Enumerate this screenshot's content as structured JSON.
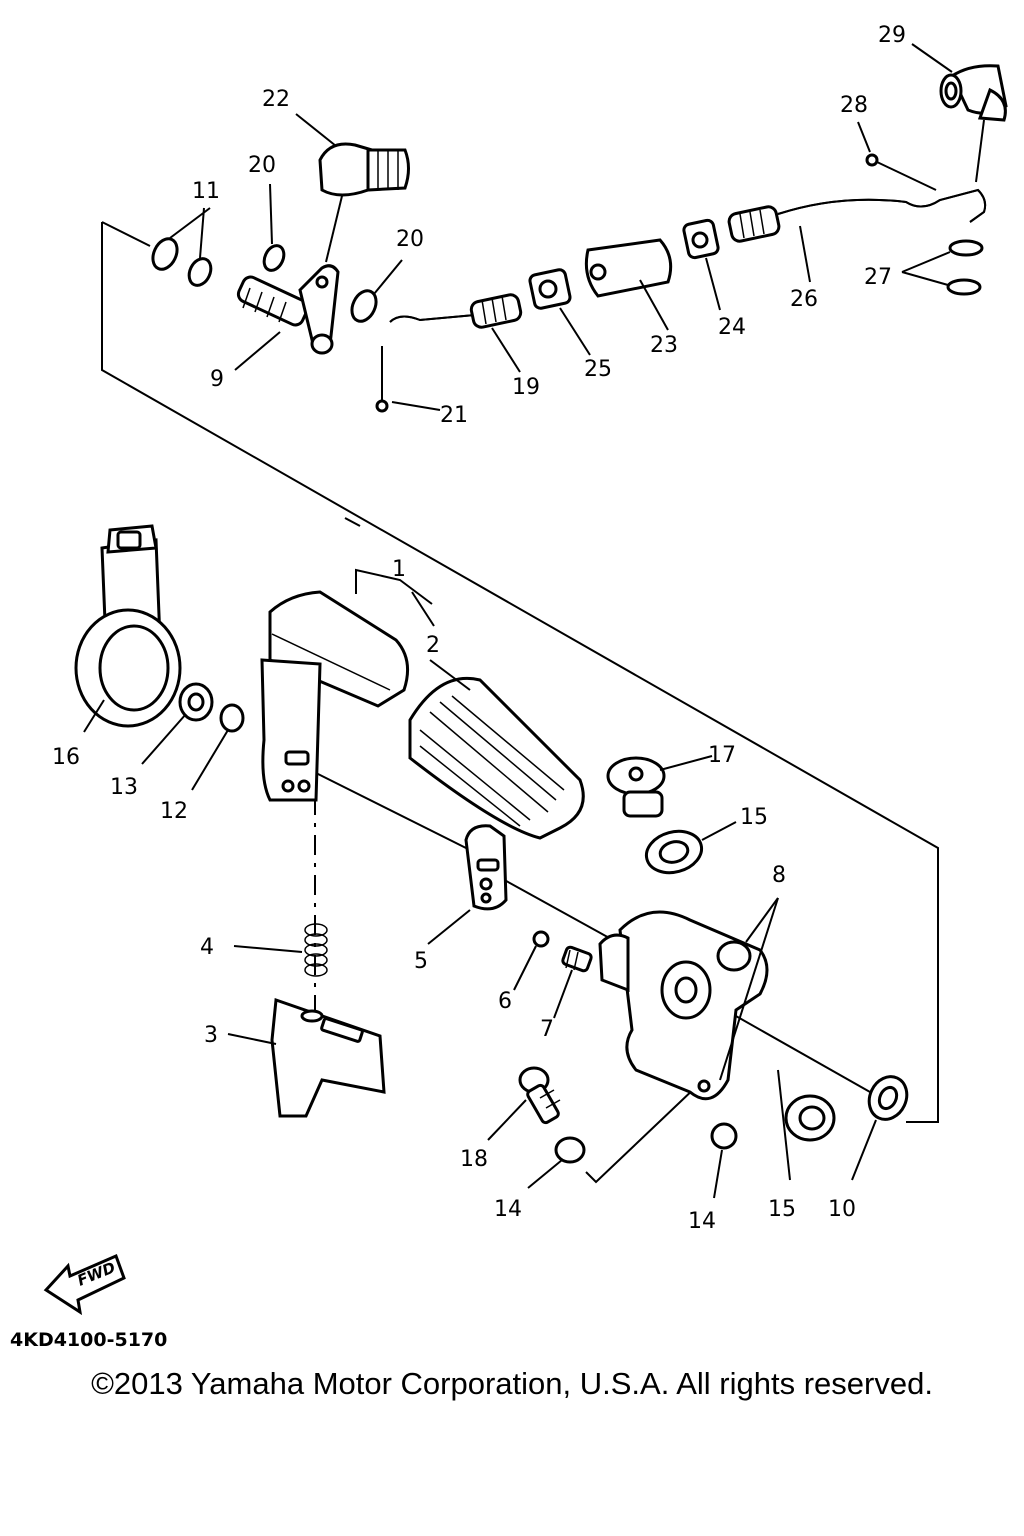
{
  "diagram": {
    "part_labels": {
      "p1": "1",
      "p2": "2",
      "p3": "3",
      "p4": "4",
      "p5": "5",
      "p6": "6",
      "p7": "7",
      "p8": "8",
      "p9": "9",
      "p10": "10",
      "p11": "11",
      "p12": "12",
      "p13": "13",
      "p14a": "14",
      "p14b": "14",
      "p15a": "15",
      "p15b": "15",
      "p16": "16",
      "p17": "17",
      "p18": "18",
      "p19": "19",
      "p20a": "20",
      "p20b": "20",
      "p21": "21",
      "p22": "22",
      "p23": "23",
      "p24": "24",
      "p25": "25",
      "p26": "26",
      "p27": "27",
      "p28": "28",
      "p29": "29"
    },
    "fwd_label": "FWD",
    "diagram_code": "4KD4100-5170"
  },
  "footer": {
    "copyright": "©2013 Yamaha Motor Corporation, U.S.A. All rights reserved."
  }
}
